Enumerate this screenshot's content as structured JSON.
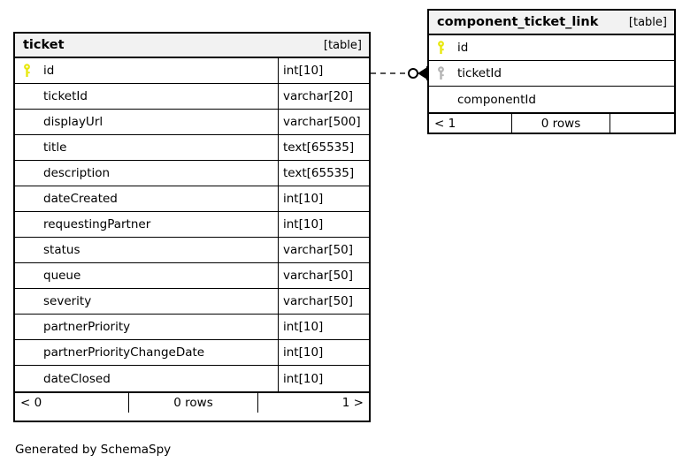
{
  "diagram": {
    "caption": "Generated by SchemaSpy",
    "relationship": {
      "name": "ticket-to-component_ticket_link",
      "style": "dashed",
      "source_end": "zero-or-one-circle",
      "target_end": "crows-foot-many"
    }
  },
  "tables": [
    {
      "name": "ticket",
      "kind": "[table]",
      "has_type_column": true,
      "columns": [
        {
          "key": "primary",
          "name": "id",
          "type": "int[10]"
        },
        {
          "key": "none",
          "name": "ticketId",
          "type": "varchar[20]"
        },
        {
          "key": "none",
          "name": "displayUrl",
          "type": "varchar[500]"
        },
        {
          "key": "none",
          "name": "title",
          "type": "text[65535]"
        },
        {
          "key": "none",
          "name": "description",
          "type": "text[65535]"
        },
        {
          "key": "none",
          "name": "dateCreated",
          "type": "int[10]"
        },
        {
          "key": "none",
          "name": "requestingPartner",
          "type": "int[10]"
        },
        {
          "key": "none",
          "name": "status",
          "type": "varchar[50]"
        },
        {
          "key": "none",
          "name": "queue",
          "type": "varchar[50]"
        },
        {
          "key": "none",
          "name": "severity",
          "type": "varchar[50]"
        },
        {
          "key": "none",
          "name": "partnerPriority",
          "type": "int[10]"
        },
        {
          "key": "none",
          "name": "partnerPriorityChangeDate",
          "type": "int[10]"
        },
        {
          "key": "none",
          "name": "dateClosed",
          "type": "int[10]"
        }
      ],
      "footer": {
        "parents": "< 0",
        "rows": "0 rows",
        "children": "1 >"
      }
    },
    {
      "name": "component_ticket_link",
      "kind": "[table]",
      "has_type_column": false,
      "columns": [
        {
          "key": "primary",
          "name": "id",
          "type": ""
        },
        {
          "key": "foreign",
          "name": "ticketId",
          "type": ""
        },
        {
          "key": "none",
          "name": "componentId",
          "type": ""
        }
      ],
      "footer": {
        "parents": "< 1",
        "rows": "0 rows",
        "children": ""
      }
    }
  ],
  "colors": {
    "primary_key": "#e8e80d",
    "foreign_key": "#b4b4b4",
    "header_background": "#f2f2f2",
    "border": "#000000",
    "background": "#ffffff"
  },
  "icons": {
    "primary_key": "key-icon-primary",
    "foreign_key": "key-icon-foreign"
  }
}
